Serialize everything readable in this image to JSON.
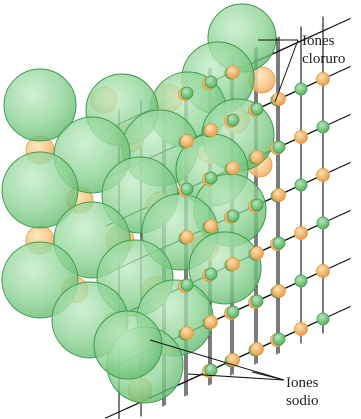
{
  "labels": {
    "chloride_line1": "Iones",
    "chloride_line2": "cloruro",
    "sodium_line1": "Iones",
    "sodium_line2": "sodio"
  },
  "colors": {
    "chloride_fill": "#86cf8e",
    "chloride_stroke": "#3f9a4c",
    "sodium_fill": "#f5c27a",
    "sodium_stroke": "#e0993c",
    "lattice_line": "#111111"
  }
}
